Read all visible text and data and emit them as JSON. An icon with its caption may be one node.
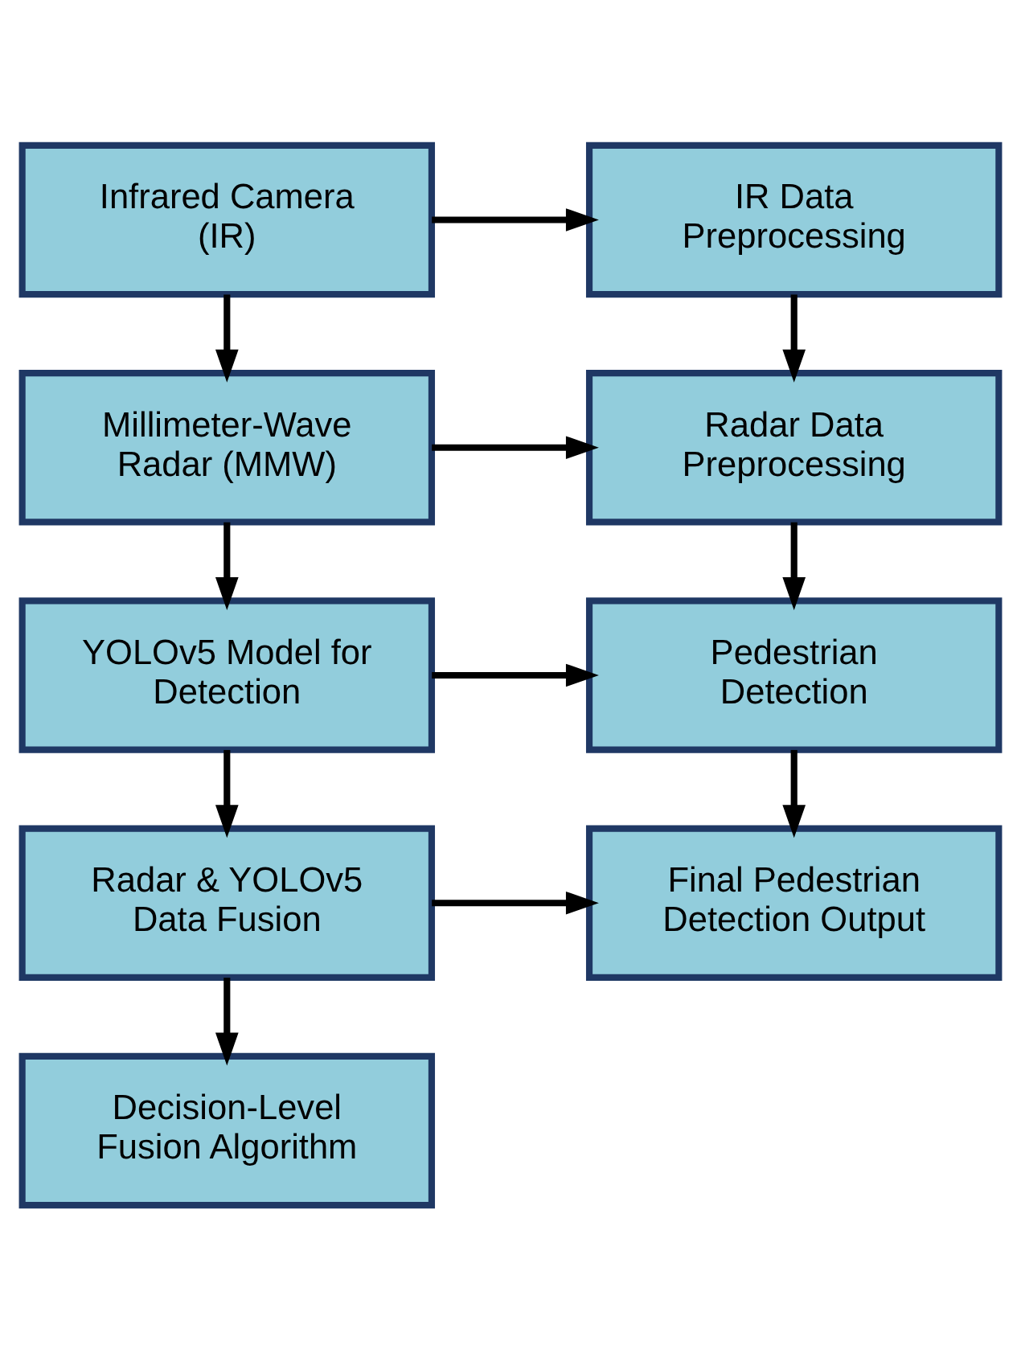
{
  "diagram": {
    "nodes": [
      {
        "text": [
          "Infrared Camera (IR)"
        ]
      },
      {
        "text": [
          "IR Data Preprocessing"
        ]
      },
      {
        "text": [
          "Millimeter-Wave Radar (MMW)"
        ]
      },
      {
        "text": [
          "Radar Data Preprocessing"
        ]
      },
      {
        "text": [
          "YOLOv5 Model for Detection"
        ]
      },
      {
        "text": [
          "Pedestrian Detection"
        ]
      },
      {
        "text": [
          "Radar & YOLOv5 Data Fusion"
        ]
      },
      {
        "text": [
          "Final Pedestrian Detection Output"
        ]
      },
      {
        "text": [
          "Decision-Level Fusion Algorithm"
        ]
      }
    ],
    "edges": [
      {
        "from": 0,
        "to": 1,
        "arrow": "to"
      },
      {
        "from": 0,
        "to": 2,
        "arrow": "to"
      },
      {
        "from": 1,
        "to": 3,
        "arrow": "to"
      },
      {
        "from": 2,
        "to": 3,
        "arrow": "to"
      },
      {
        "from": 2,
        "to": 4,
        "arrow": "to"
      },
      {
        "from": 3,
        "to": 5,
        "arrow": "to"
      },
      {
        "from": 4,
        "to": 5,
        "arrow": "to"
      },
      {
        "from": 4,
        "to": 6,
        "arrow": "to"
      },
      {
        "from": 5,
        "to": 7,
        "arrow": "to"
      },
      {
        "from": 6,
        "to": 7,
        "arrow": "to"
      },
      {
        "from": 6,
        "to": 8,
        "arrow": "to"
      }
    ]
  }
}
